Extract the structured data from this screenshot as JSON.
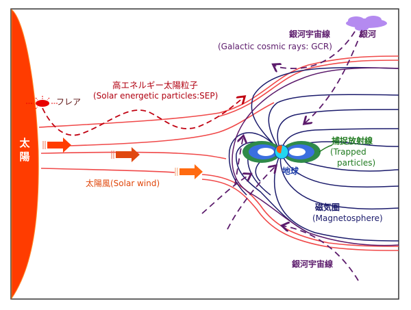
{
  "sun": {
    "label_line1": "太",
    "label_line2": "陽"
  },
  "flare": {
    "label": "フレア"
  },
  "sep": {
    "label_jp": "高エネルギー太陽粒子",
    "label_en": "(Solar energetic particles:SEP)"
  },
  "gcr_top": {
    "label_jp": "銀河宇宙線",
    "label_en": "(Galactic cosmic rays: GCR)"
  },
  "galaxy": {
    "label": "銀河"
  },
  "gcr_bottom": {
    "label_jp": "銀河宇宙線"
  },
  "solar_wind": {
    "label": "太陽風(Solar wind)"
  },
  "trapped": {
    "label_jp": "捕捉放射線",
    "label_en_line1": "(Trapped",
    "label_en_line2": "particles)"
  },
  "earth": {
    "label": "地球"
  },
  "magnetosphere": {
    "label_jp": "磁気圏",
    "label_en": "(Magnetosphere)"
  },
  "colors": {
    "sun": "#ff3c00",
    "solar_wind_lines": "#f04848",
    "field_lines": "#1a1a6b",
    "gcr_paths": "#5b1a6b",
    "sep_path": "#c00010",
    "trapped_outer": "#2f8a4a",
    "trapped_inner": "#3b6fe0",
    "earth": "#22d6f0",
    "galaxy_cloud": "#b48af0"
  }
}
